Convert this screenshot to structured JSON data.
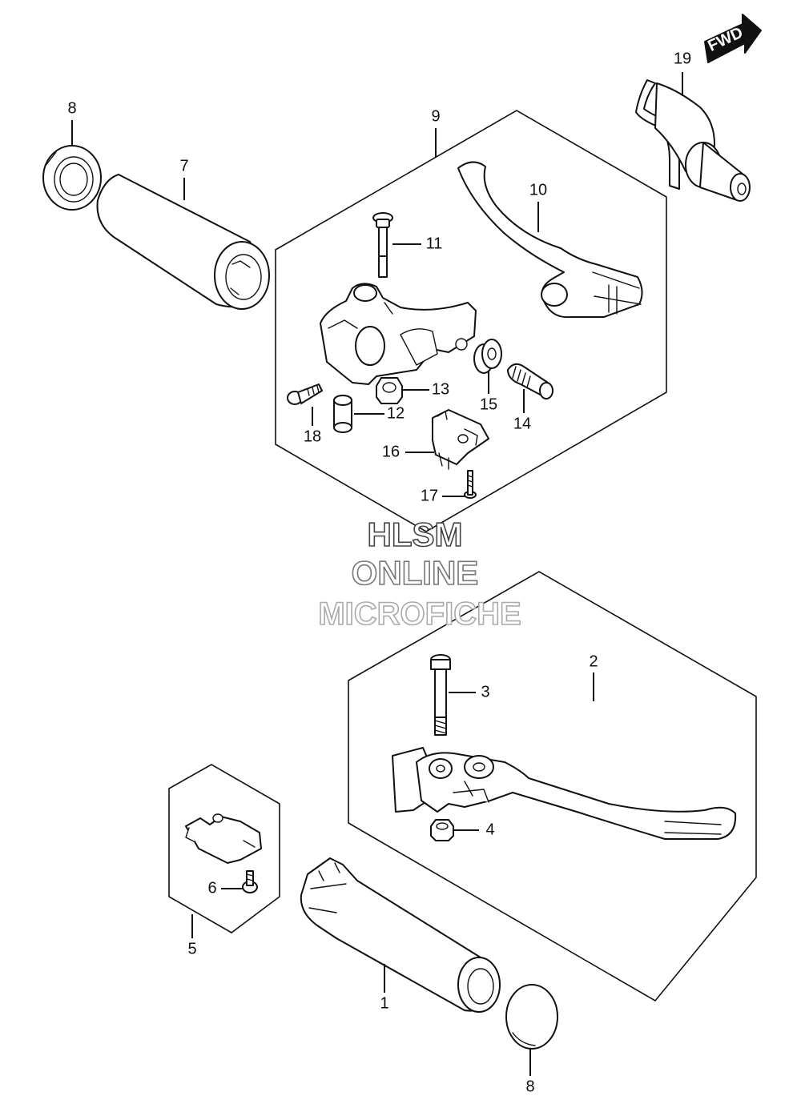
{
  "direction_badge": {
    "label": "FWD"
  },
  "watermark": {
    "lines": [
      "HLSM",
      "ONLINE",
      "MICROFICHE"
    ]
  },
  "callouts": [
    {
      "id": "c1",
      "label": "1"
    },
    {
      "id": "c2",
      "label": "2"
    },
    {
      "id": "c3",
      "label": "3"
    },
    {
      "id": "c4",
      "label": "4"
    },
    {
      "id": "c5",
      "label": "5"
    },
    {
      "id": "c6",
      "label": "6"
    },
    {
      "id": "c7",
      "label": "7"
    },
    {
      "id": "c8a",
      "label": "8"
    },
    {
      "id": "c8b",
      "label": "8"
    },
    {
      "id": "c9",
      "label": "9"
    },
    {
      "id": "c10",
      "label": "10"
    },
    {
      "id": "c11",
      "label": "11"
    },
    {
      "id": "c12",
      "label": "12"
    },
    {
      "id": "c13",
      "label": "13"
    },
    {
      "id": "c14",
      "label": "14"
    },
    {
      "id": "c15",
      "label": "15"
    },
    {
      "id": "c16",
      "label": "16"
    },
    {
      "id": "c17",
      "label": "17"
    },
    {
      "id": "c18",
      "label": "18"
    },
    {
      "id": "c19",
      "label": "19"
    }
  ]
}
